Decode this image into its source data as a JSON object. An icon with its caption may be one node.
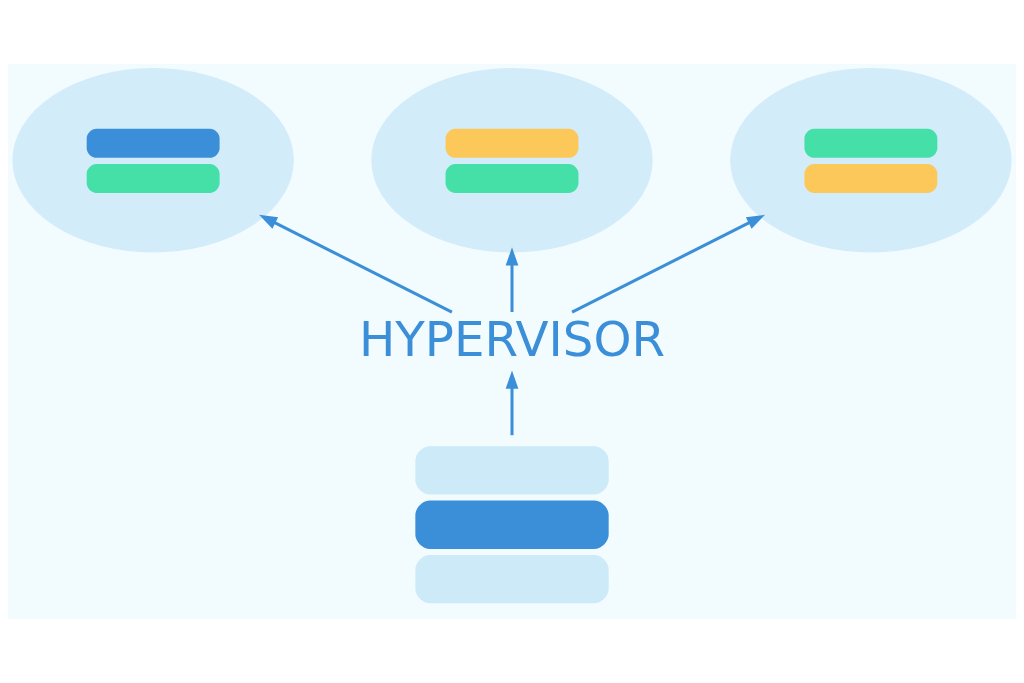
{
  "diagram": {
    "nodes": [
      {
        "text": [],
        "shape": "cloud"
      },
      {
        "text": [],
        "shape": "cloud"
      },
      {
        "text": [],
        "shape": "cloud"
      },
      {
        "text": [
          "HYPERVISOR"
        ]
      },
      {
        "text": [],
        "shape": "picture"
      }
    ],
    "edges": [
      {
        "from": 4,
        "to": 3,
        "arrow": "to"
      },
      {
        "from": 3,
        "to": 0,
        "arrow": "to"
      },
      {
        "from": 3,
        "to": 1,
        "arrow": "to"
      },
      {
        "from": 3,
        "to": 2,
        "arrow": "to"
      }
    ]
  }
}
